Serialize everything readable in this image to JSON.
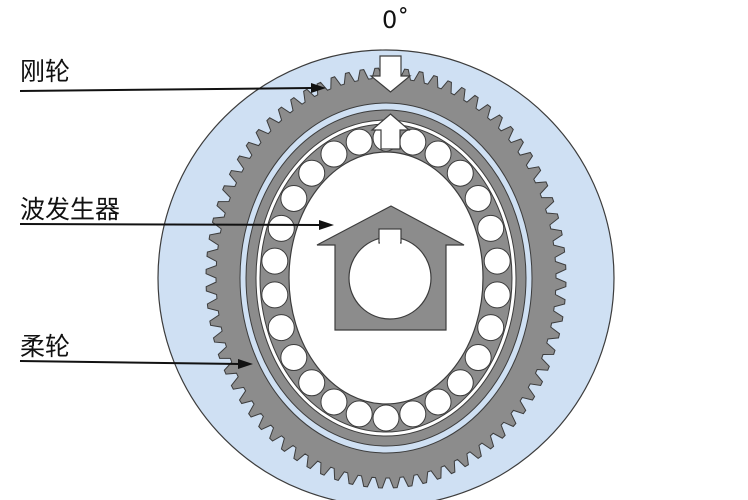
{
  "labels": {
    "angle": "0˚",
    "rigid_wheel": "刚轮",
    "wave_generator": "波发生器",
    "flex_wheel": "柔轮"
  },
  "colors": {
    "rigid_wheel_fill": "#cfe0f3",
    "gear_gray": "#8c8c8c",
    "stroke": "#3c3c3c",
    "ball_fill": "#ffffff",
    "generator_fill": "#8c8c8c",
    "arrow": "#111111"
  },
  "icons": {
    "top_arrow": "down-arrow-icon",
    "inner_arrow": "up-arrow-icon"
  }
}
